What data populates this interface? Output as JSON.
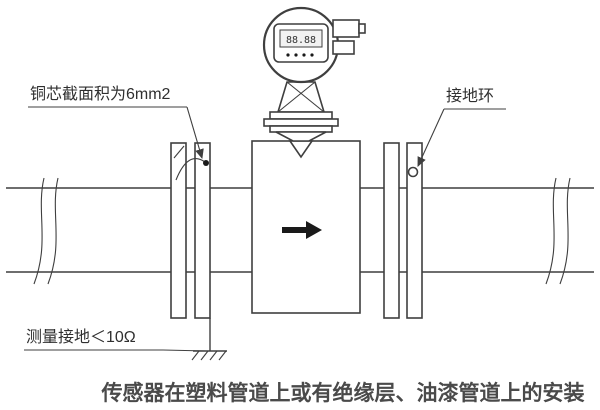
{
  "figure": {
    "caption": "传感器在塑料管道上或有绝缘层、油漆管道上的安装",
    "annotations": {
      "copper_core": "铜芯截面积为6mm2",
      "grounding_ring": "接地环",
      "measurement_ground": "测量接地＜10Ω"
    },
    "meter_display": {
      "reading": "88.88"
    },
    "colors": {
      "line": "#3f3f3f",
      "text": "#2f2f2f",
      "caption": "#4a4a4a",
      "background": "#ffffff"
    }
  }
}
